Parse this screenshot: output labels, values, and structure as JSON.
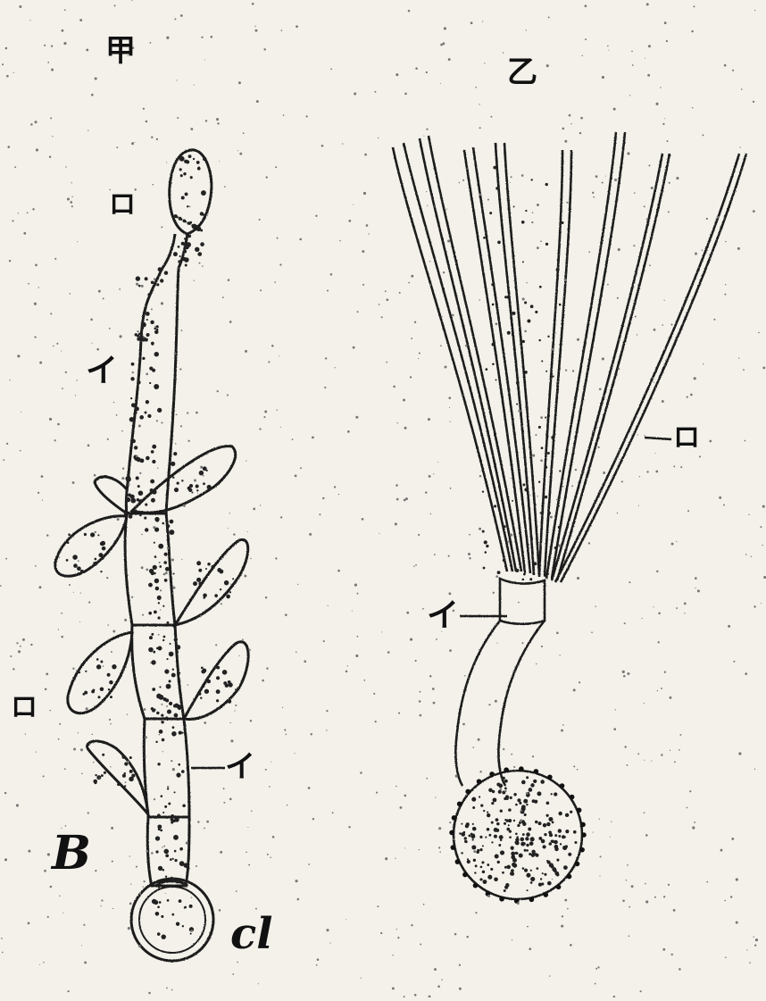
{
  "figure": {
    "panel_left": {
      "title": "甲",
      "labels": {
        "top_ro": "ロ",
        "mid_i": "イ",
        "left_ro": "ロ",
        "right_i": "イ",
        "letter_b": "B",
        "letter_cl": "cl"
      }
    },
    "panel_right": {
      "title": "乙",
      "labels": {
        "ro": "ロ",
        "i": "イ"
      }
    }
  }
}
